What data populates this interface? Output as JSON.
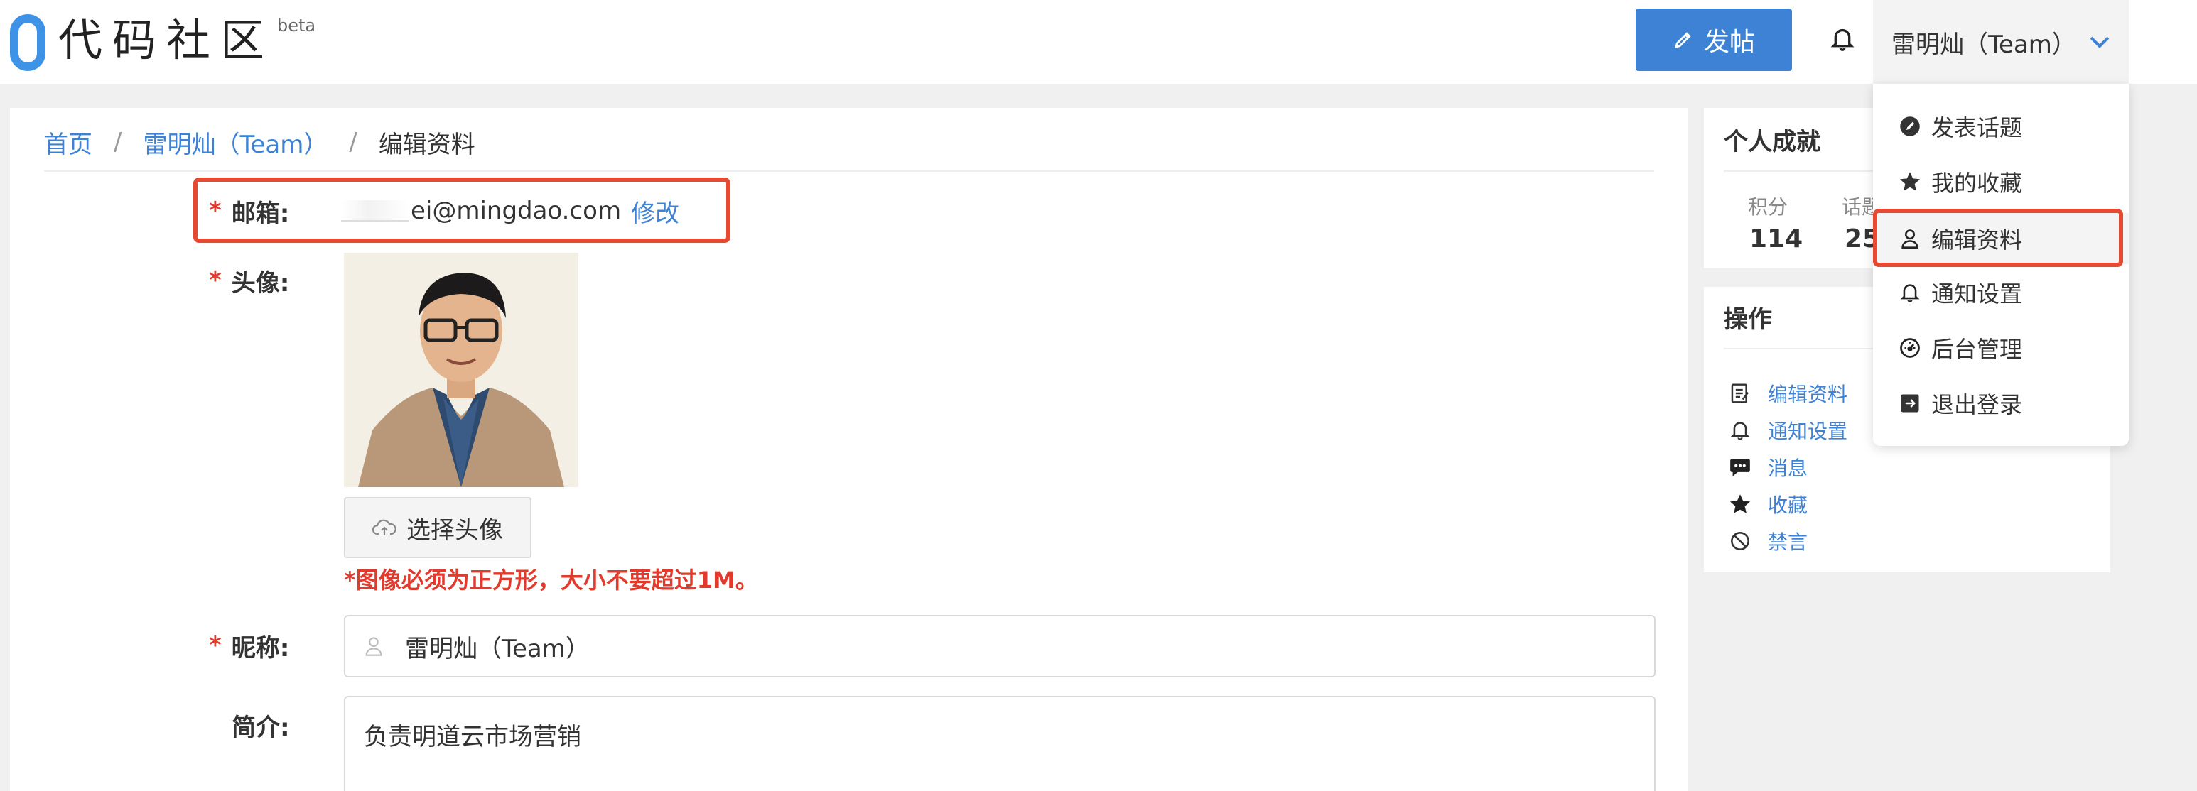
{
  "header": {
    "logo_text": "代码社区",
    "logo_badge": "beta",
    "post_button_label": "发帖",
    "user_name": "雷明灿（Team）"
  },
  "breadcrumb": {
    "home": "首页",
    "user": "雷明灿（Team）",
    "current": "编辑资料",
    "separator": "/"
  },
  "form": {
    "required_mark": "*",
    "email_label": "邮箱:",
    "email_value": "ei@mingdao.com",
    "email_edit": "修改",
    "avatar_label": "头像:",
    "choose_avatar_label": "选择头像",
    "avatar_hint": "*图像必须为正方形，大小不要超过1M。",
    "nickname_label": "昵称:",
    "nickname_value": "雷明灿（Team）",
    "bio_label": "简介:",
    "bio_value": "负责明道云市场营销"
  },
  "achievements": {
    "title": "个人成就",
    "stats": [
      {
        "label": "积分",
        "value": "114"
      },
      {
        "label": "话题",
        "value": "25"
      }
    ]
  },
  "actions": {
    "title": "操作",
    "items": [
      {
        "label": "编辑资料",
        "icon": "edit-icon"
      },
      {
        "label": "通知设置",
        "icon": "bell-icon"
      },
      {
        "label": "消息",
        "icon": "message-icon"
      },
      {
        "label": "收藏",
        "icon": "star-icon"
      },
      {
        "label": "禁言",
        "icon": "ban-icon"
      }
    ]
  },
  "dropdown": {
    "items": [
      {
        "label": "发表话题",
        "icon": "post-topic-icon"
      },
      {
        "label": "我的收藏",
        "icon": "star-icon"
      },
      {
        "label": "编辑资料",
        "icon": "user-icon"
      },
      {
        "label": "通知设置",
        "icon": "bell-icon"
      },
      {
        "label": "后台管理",
        "icon": "dashboard-icon"
      },
      {
        "label": "退出登录",
        "icon": "logout-icon"
      }
    ],
    "active_index": 2
  },
  "colors": {
    "accent": "#3d82d4",
    "highlight": "#e64a32",
    "required": "#e23b2e",
    "logo": "#3f93e6"
  }
}
